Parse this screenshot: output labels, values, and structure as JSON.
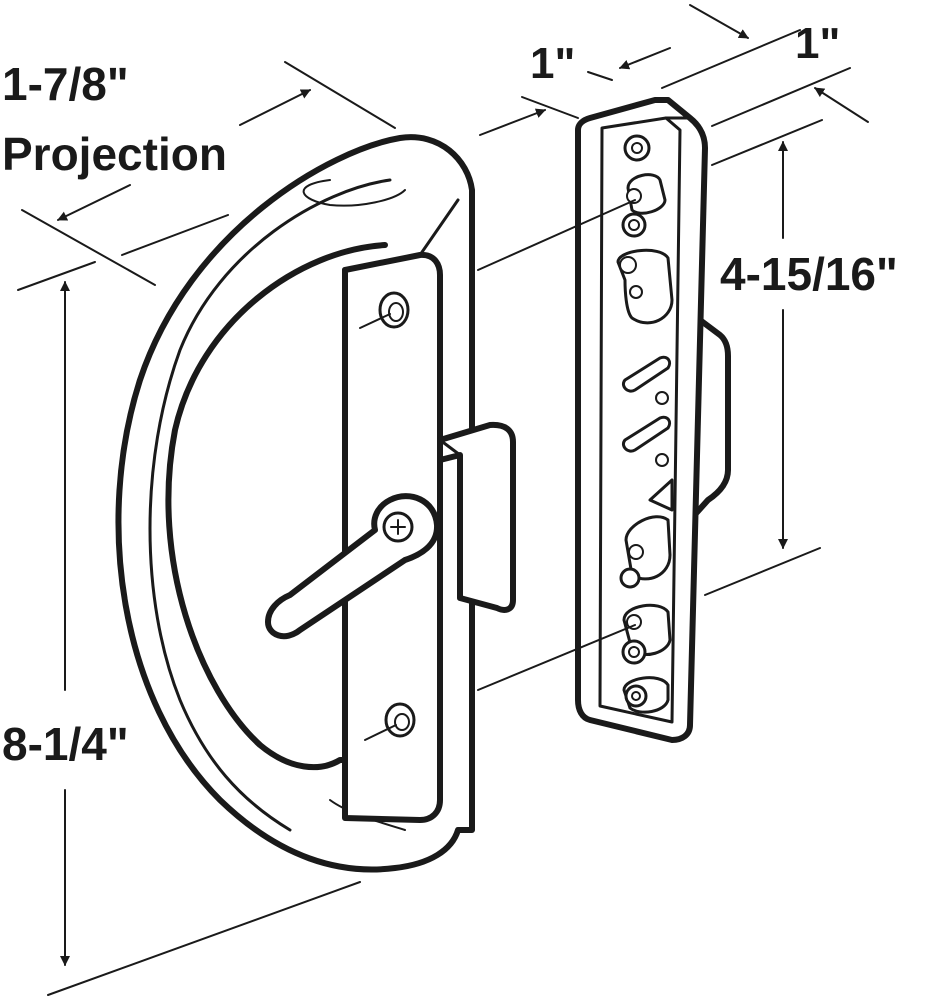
{
  "diagram": {
    "dimensions": {
      "projection_value": "1-7/8\"",
      "projection_word": "Projection",
      "top_width_left": "1\"",
      "top_width_right": "1\"",
      "inner_height": "4-15/16\"",
      "overall_height": "8-1/4\""
    },
    "colors": {
      "ink": "#1a1a1a",
      "background": "#ffffff"
    }
  }
}
